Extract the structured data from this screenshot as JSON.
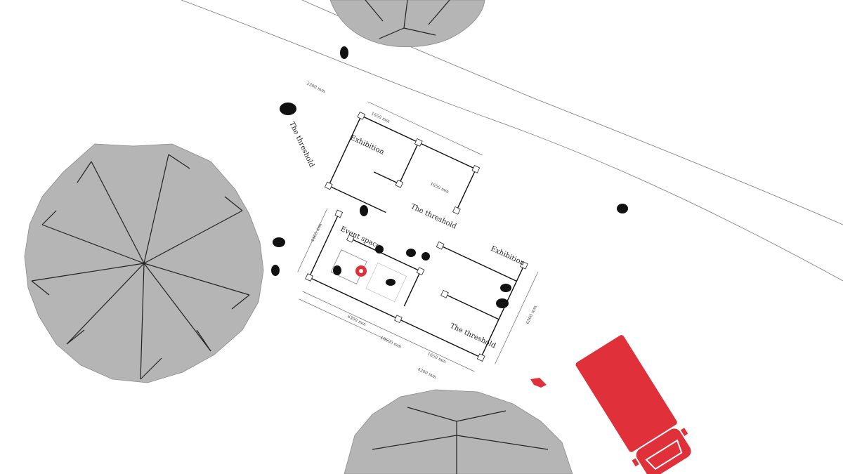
{
  "colors": {
    "accent": "#e0313a",
    "tree_canopy": "#b5b5b5",
    "linework": "#111111"
  },
  "rooms": {
    "threshold_a": "The threshold",
    "threshold_b": "The threshold",
    "threshold_c": "The threshold",
    "exhibition_a": "Exhibition",
    "exhibition_b": "Exhibition",
    "event_space": "Event space"
  },
  "dimensions": {
    "top_left": "2300 mm",
    "top_mid": "1650 mm",
    "mid_right": "1650 mm",
    "left_side": "4465 mm",
    "right_side": "6300 mm",
    "bottom_a": "6300 mm",
    "bottom_b": "10600 mm",
    "bottom_c": "1650 mm",
    "bottom_d": "4200 mm"
  },
  "icons": {
    "trees": "tree-canopy-icon",
    "people": "person-silhouette-icon",
    "vehicle": "delivery-truck-icon",
    "cyclist": "cyclist-icon"
  }
}
